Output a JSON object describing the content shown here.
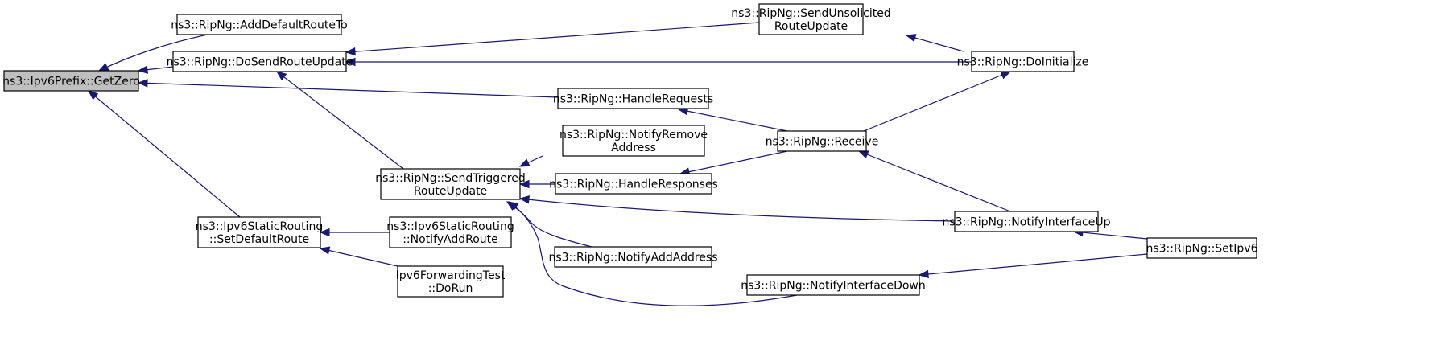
{
  "graph": {
    "edge_color": "#191970",
    "root_fill": "#bfbfbf",
    "nodes": [
      {
        "id": "getzero",
        "lines": [
          "ns3::Ipv6Prefix::GetZero"
        ],
        "root": true
      },
      {
        "id": "adddefault",
        "lines": [
          "ns3::RipNg::AddDefaultRouteTo"
        ]
      },
      {
        "id": "dosend",
        "lines": [
          "ns3::RipNg::DoSendRouteUpdate"
        ]
      },
      {
        "id": "sendunsol",
        "lines": [
          "ns3::RipNg::SendUnsolicited",
          "RouteUpdate"
        ]
      },
      {
        "id": "doinit",
        "lines": [
          "ns3::RipNg::DoInitialize"
        ]
      },
      {
        "id": "handlereq",
        "lines": [
          "ns3::RipNg::HandleRequests"
        ]
      },
      {
        "id": "notifyremove",
        "lines": [
          "ns3::RipNg::NotifyRemove",
          "Address"
        ]
      },
      {
        "id": "receive",
        "lines": [
          "ns3::RipNg::Receive"
        ]
      },
      {
        "id": "sendtrig",
        "lines": [
          "ns3::RipNg::SendTriggered",
          "RouteUpdate"
        ]
      },
      {
        "id": "handleresp",
        "lines": [
          "ns3::RipNg::HandleResponses"
        ]
      },
      {
        "id": "staticdefault",
        "lines": [
          "ns3::Ipv6StaticRouting",
          "::SetDefaultRoute"
        ]
      },
      {
        "id": "notifyaddroute",
        "lines": [
          "ns3::Ipv6StaticRouting",
          "::NotifyAddRoute"
        ]
      },
      {
        "id": "ifaceup",
        "lines": [
          "ns3::RipNg::NotifyInterfaceUp"
        ]
      },
      {
        "id": "setipv6",
        "lines": [
          "ns3::RipNg::SetIpv6"
        ]
      },
      {
        "id": "notifyaddaddr",
        "lines": [
          "ns3::RipNg::NotifyAddAddress"
        ]
      },
      {
        "id": "fwdtest",
        "lines": [
          "Ipv6ForwardingTest",
          "::DoRun"
        ]
      },
      {
        "id": "ifacedown",
        "lines": [
          "ns3::RipNg::NotifyInterfaceDown"
        ]
      }
    ],
    "edges": [
      {
        "from": "adddefault",
        "to": "getzero"
      },
      {
        "from": "dosend",
        "to": "getzero"
      },
      {
        "from": "handlereq",
        "to": "getzero"
      },
      {
        "from": "staticdefault",
        "to": "getzero"
      },
      {
        "from": "sendunsol",
        "to": "dosend"
      },
      {
        "from": "doinit",
        "to": "dosend"
      },
      {
        "from": "sendtrig",
        "to": "dosend"
      },
      {
        "from": "doinit",
        "to": "sendunsol"
      },
      {
        "from": "receive",
        "to": "doinit"
      },
      {
        "from": "receive",
        "to": "handlereq"
      },
      {
        "from": "notifyremove",
        "to": "sendtrig"
      },
      {
        "from": "handleresp",
        "to": "sendtrig"
      },
      {
        "from": "ifaceup",
        "to": "sendtrig"
      },
      {
        "from": "notifyaddaddr",
        "to": "sendtrig"
      },
      {
        "from": "ifacedown",
        "to": "sendtrig"
      },
      {
        "from": "receive",
        "to": "handleresp"
      },
      {
        "from": "ifaceup",
        "to": "receive"
      },
      {
        "from": "setipv6",
        "to": "ifaceup"
      },
      {
        "from": "setipv6",
        "to": "ifacedown"
      },
      {
        "from": "notifyaddroute",
        "to": "staticdefault"
      },
      {
        "from": "fwdtest",
        "to": "staticdefault"
      }
    ]
  }
}
